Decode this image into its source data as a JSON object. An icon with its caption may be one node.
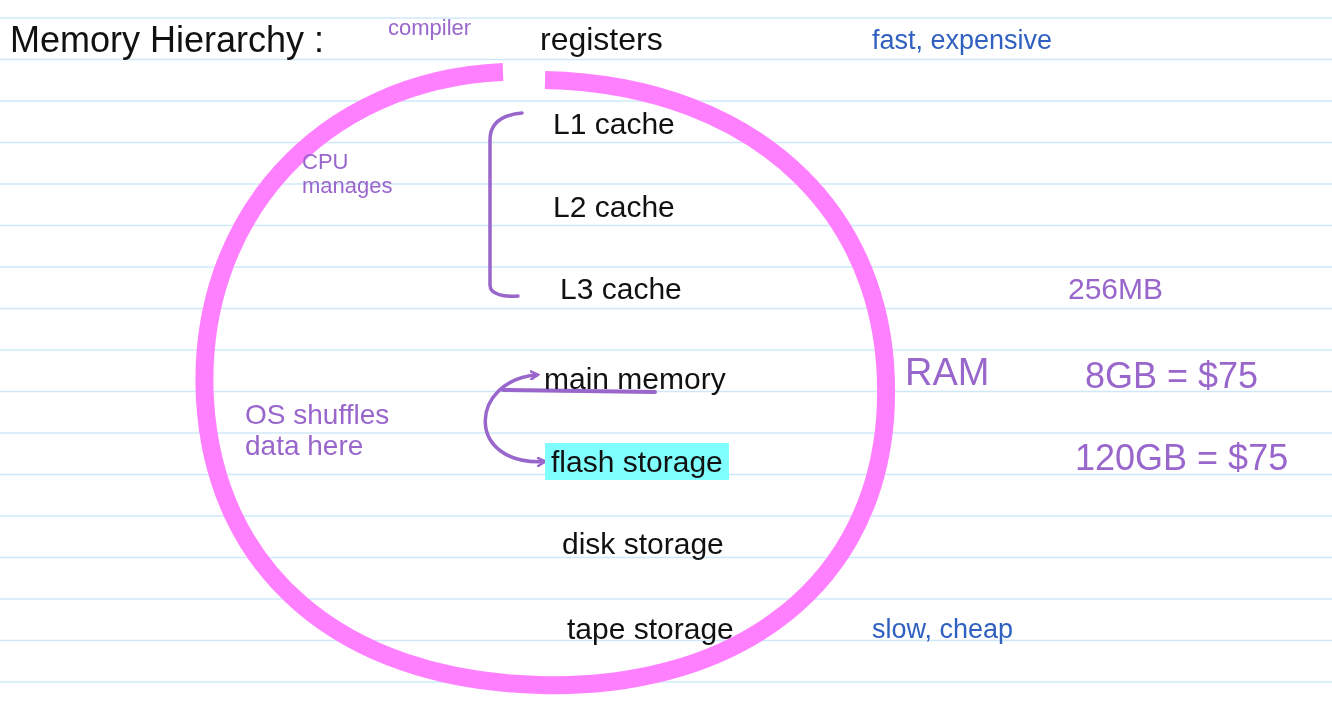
{
  "diagram": {
    "title": "Memory Hierarchy :",
    "nodes": [
      {
        "text": [
          "main memory"
        ]
      },
      {
        "text": [
          "flash storage"
        ]
      }
    ],
    "edges": [
      {
        "from": 0,
        "to": 1,
        "arrow": "both",
        "color": "#9966cc"
      }
    ],
    "labels": [
      "compiler",
      "registers",
      "fast, expensive",
      "L1 cache",
      "CPU manages",
      "L2 cache",
      "L3 cache",
      "256MB",
      "RAM",
      "8GB = $75",
      "OS shuffles data here",
      "120GB = $75",
      "disk storage",
      "tape storage",
      "slow, cheap"
    ]
  }
}
